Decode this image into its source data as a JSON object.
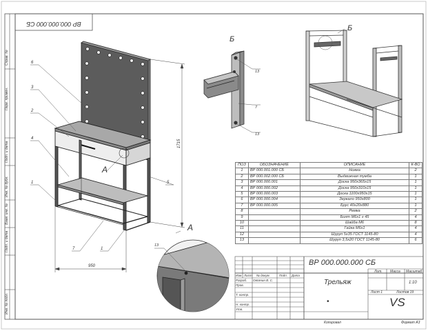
{
  "drawing_number": "ВР 000.000.000 СБ",
  "drawing_number_rotated": "ВР 000.000.000 СБ",
  "product_name": "Трельяж",
  "company_mark": "VS",
  "scale": "1:10",
  "sheet_label": "Лист 1",
  "sheets_label": "Листов 19",
  "format_label": "Формат А3",
  "copied_label": "Копировал",
  "view_labels": {
    "b_top": "Б",
    "b_iso": "Б",
    "a_left": "А",
    "a_right": "А"
  },
  "callouts": [
    "6",
    "3",
    "2",
    "4",
    "1",
    "7",
    "1",
    "5",
    "13",
    "7",
    "13",
    "13"
  ],
  "dimensions": {
    "height": "1715",
    "width": "950"
  },
  "side_stamp": [
    "Перв. примен.",
    "Справ. №",
    "Подп. и дата",
    "Инв. № дубл.",
    "Взам. инв. №",
    "Подп. и дата",
    "Инв. № подл."
  ],
  "title_block": {
    "col_headers": [
      "Изм.",
      "Лист",
      "№ докум.",
      "Подп.",
      "Дата"
    ],
    "roles": [
      "Разраб.",
      "Пров.",
      "Т. контр.",
      "",
      "Н. контр.",
      "Утв."
    ],
    "developer": "Овсянин В. С.",
    "stage_headers": [
      "Лит.",
      "Масса",
      "Масштаб"
    ]
  },
  "bom": {
    "headers": [
      "ПОЗ",
      "ОБОЗНАЧЕНИЕ",
      "ОПИСАНИЕ",
      "К-ВО"
    ],
    "rows": [
      [
        "1",
        "ВР 000.001.000 СБ",
        "Ножка",
        "2"
      ],
      [
        "2",
        "ВР 000.002.000 СБ",
        "Выдвижная тумба",
        "1"
      ],
      [
        "3",
        "ВР 000.000.001",
        "Доска 950х365х15",
        "1"
      ],
      [
        "4",
        "ВР 000.000.002",
        "Доска 950х310х15",
        "1"
      ],
      [
        "5",
        "ВР 000.000.003",
        "Доска 1100х950х15",
        "1"
      ],
      [
        "6",
        "ВР 000.000.004",
        "Зеркало 950х800",
        "1"
      ],
      [
        "7",
        "ВР 000.000.005",
        "Брус 40х20х880",
        "1"
      ],
      [
        "8",
        "",
        "Ремка",
        "2"
      ],
      [
        "9",
        "",
        "Болт М6х1 х 45",
        "4"
      ],
      [
        "10",
        "",
        "Шайба М6",
        "8"
      ],
      [
        "11",
        "",
        "Гайка М6х1",
        "4"
      ],
      [
        "12",
        "",
        "Шуруп 5х35 ГОСТ 1145-80",
        "4"
      ],
      [
        "13",
        "",
        "Шуруп 3,5х20 ГОСТ 1145-80",
        "6"
      ]
    ]
  }
}
